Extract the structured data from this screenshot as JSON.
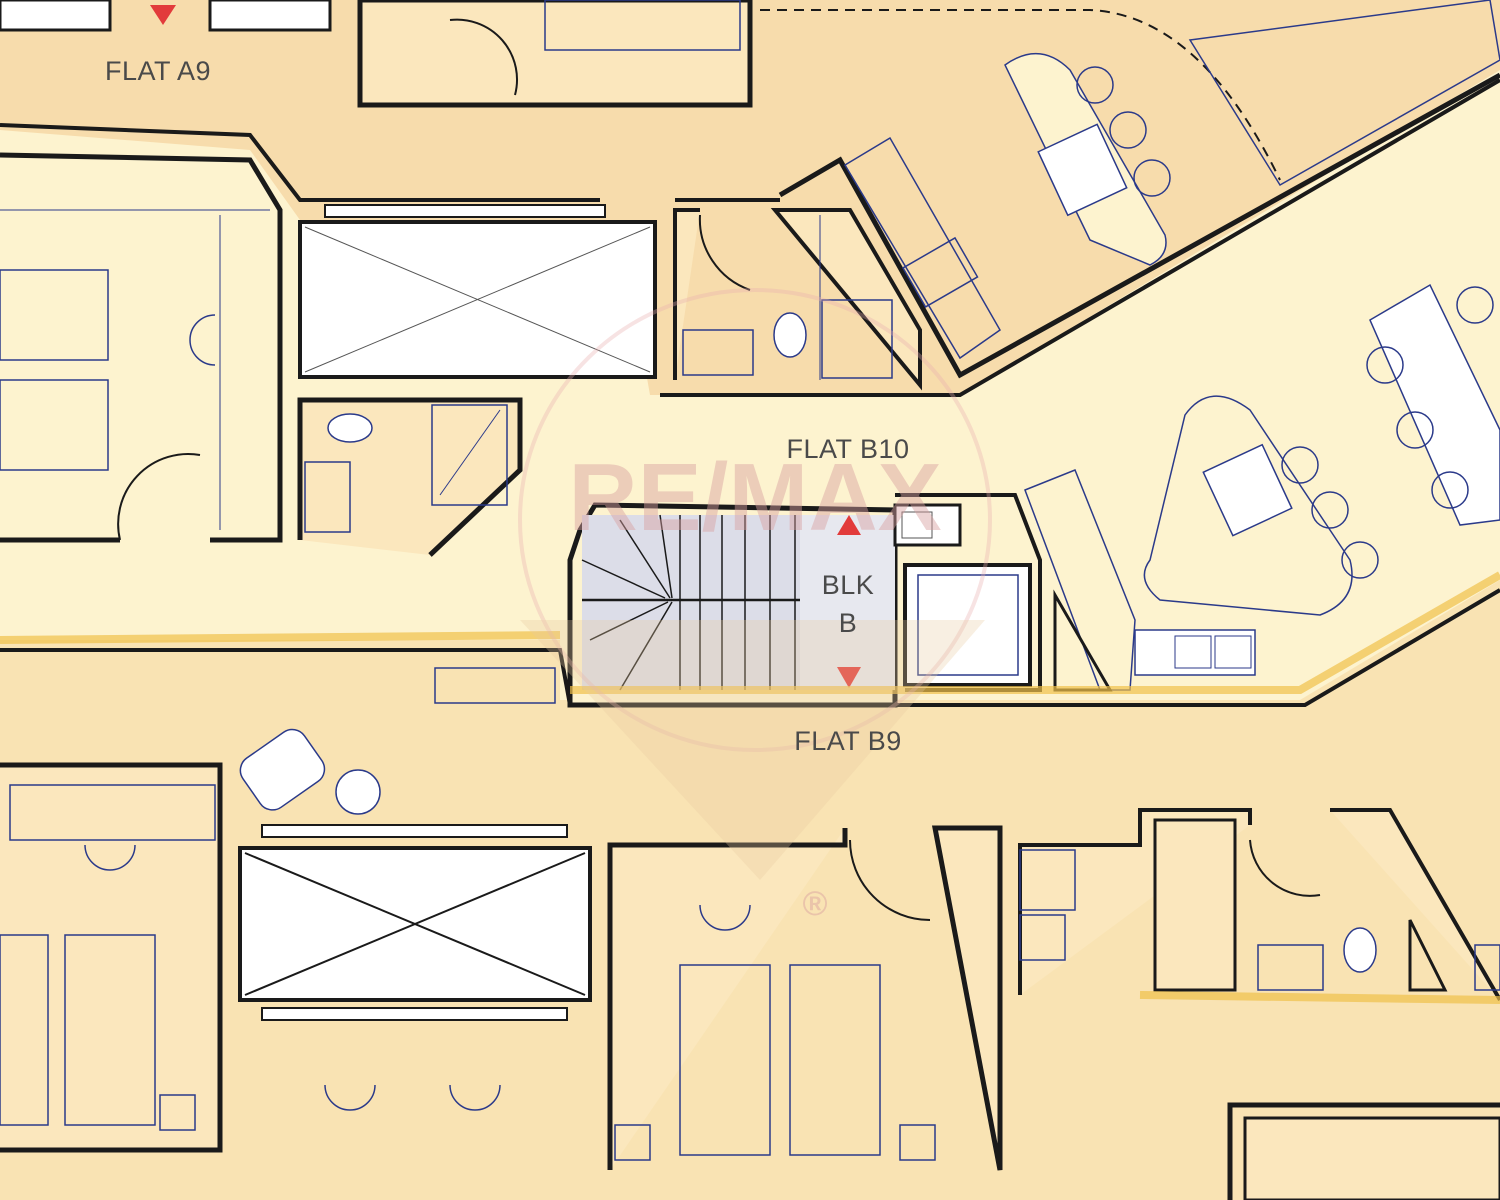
{
  "labels": {
    "flat_a9": "FLAT A9",
    "flat_b10": "FLAT B10",
    "blk_line1": "BLK",
    "blk_line2": "B",
    "flat_b9": "FLAT B9"
  },
  "watermark": {
    "brand": "RE/MAX",
    "registered": "®"
  },
  "colors": {
    "corridor": "#f7dcac",
    "flat_b10": "#fdf3cf",
    "flat_b9": "#f9e3b3",
    "room_fill": "#fbe7bd",
    "wall": "#1a1a1a",
    "fixture": "#2b3a8a",
    "stair": "#dcdde8",
    "marker_red": "#e23b3b",
    "boundary": "#f0c04a"
  }
}
